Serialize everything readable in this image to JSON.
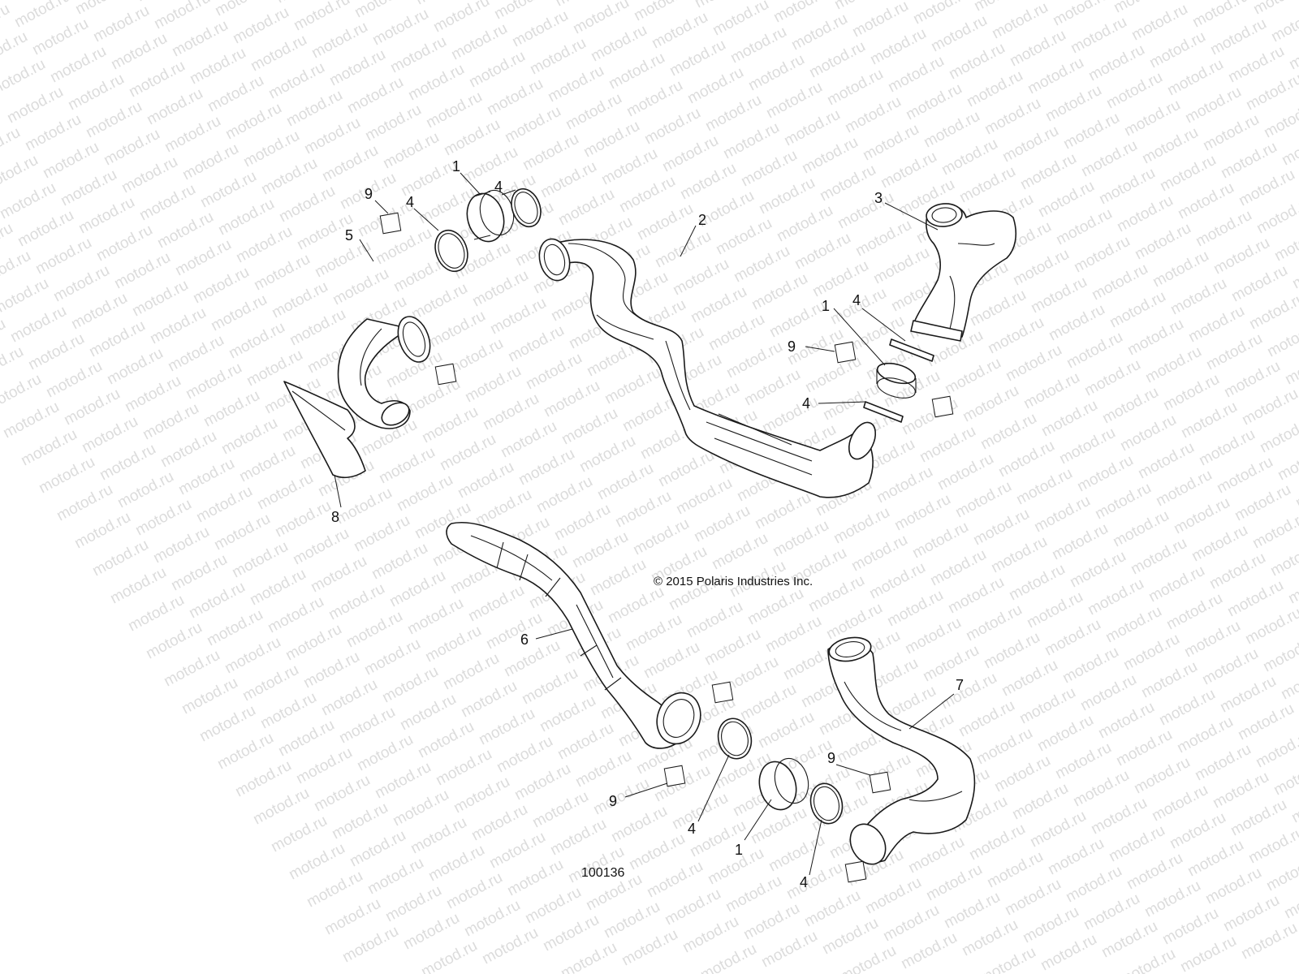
{
  "watermark": {
    "text": "motod.ru",
    "color": "#dcdcdc"
  },
  "copyright": "© 2015 Polaris Industries Inc.",
  "figure_number": "100136",
  "callouts": [
    {
      "id": "c9a",
      "text": "9"
    },
    {
      "id": "c4a",
      "text": "4"
    },
    {
      "id": "c1a",
      "text": "1"
    },
    {
      "id": "c4b",
      "text": "4"
    },
    {
      "id": "c5",
      "text": "5"
    },
    {
      "id": "c2",
      "text": "2"
    },
    {
      "id": "c3",
      "text": "3"
    },
    {
      "id": "c1b",
      "text": "1"
    },
    {
      "id": "c4c",
      "text": "4"
    },
    {
      "id": "c9b",
      "text": "9"
    },
    {
      "id": "c4d",
      "text": "4"
    },
    {
      "id": "c8",
      "text": "8"
    },
    {
      "id": "c6",
      "text": "6"
    },
    {
      "id": "c7",
      "text": "7"
    },
    {
      "id": "c9c",
      "text": "9"
    },
    {
      "id": "c9d",
      "text": "9"
    },
    {
      "id": "c4e",
      "text": "4"
    },
    {
      "id": "c1c",
      "text": "1"
    },
    {
      "id": "c4f",
      "text": "4"
    }
  ]
}
